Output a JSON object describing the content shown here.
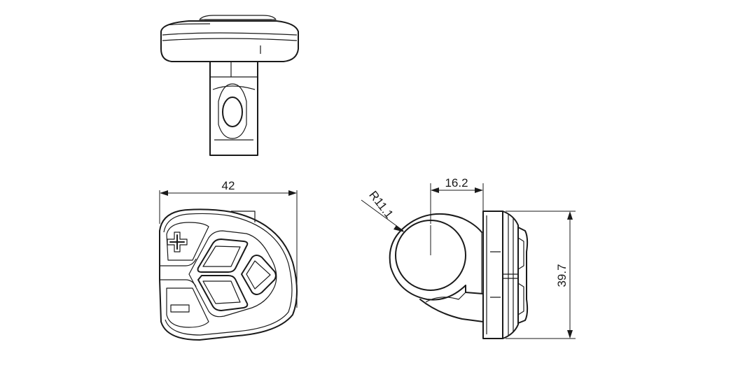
{
  "dimensions": {
    "width": "42",
    "offset": "16.2",
    "radius": "R11.1",
    "height": "39.7"
  },
  "colors": {
    "line": "#1a1a1a",
    "background": "#ffffff"
  },
  "icons": {
    "plus": "plus-icon",
    "minus": "minus-icon"
  }
}
